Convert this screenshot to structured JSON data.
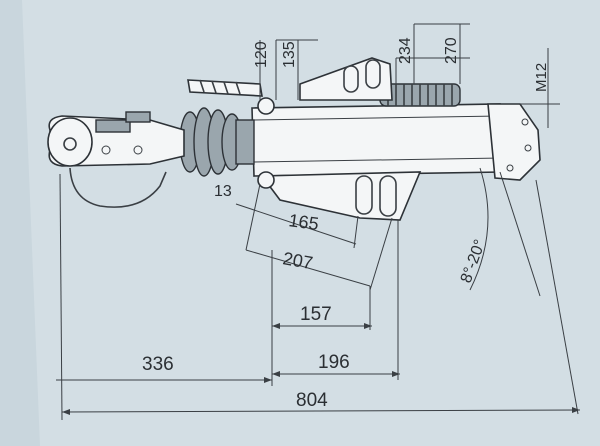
{
  "dimensions": {
    "d120": "120",
    "d135": "135",
    "d234": "234",
    "d270": "270",
    "m12": "M12",
    "d13": "13",
    "d165": "165",
    "d207": "207",
    "angle": "8°-20°",
    "d157": "157",
    "d336": "336",
    "d196": "196",
    "d804": "804"
  },
  "colors": {
    "background": "#c9d6dd",
    "ink": "#2b2f33"
  }
}
